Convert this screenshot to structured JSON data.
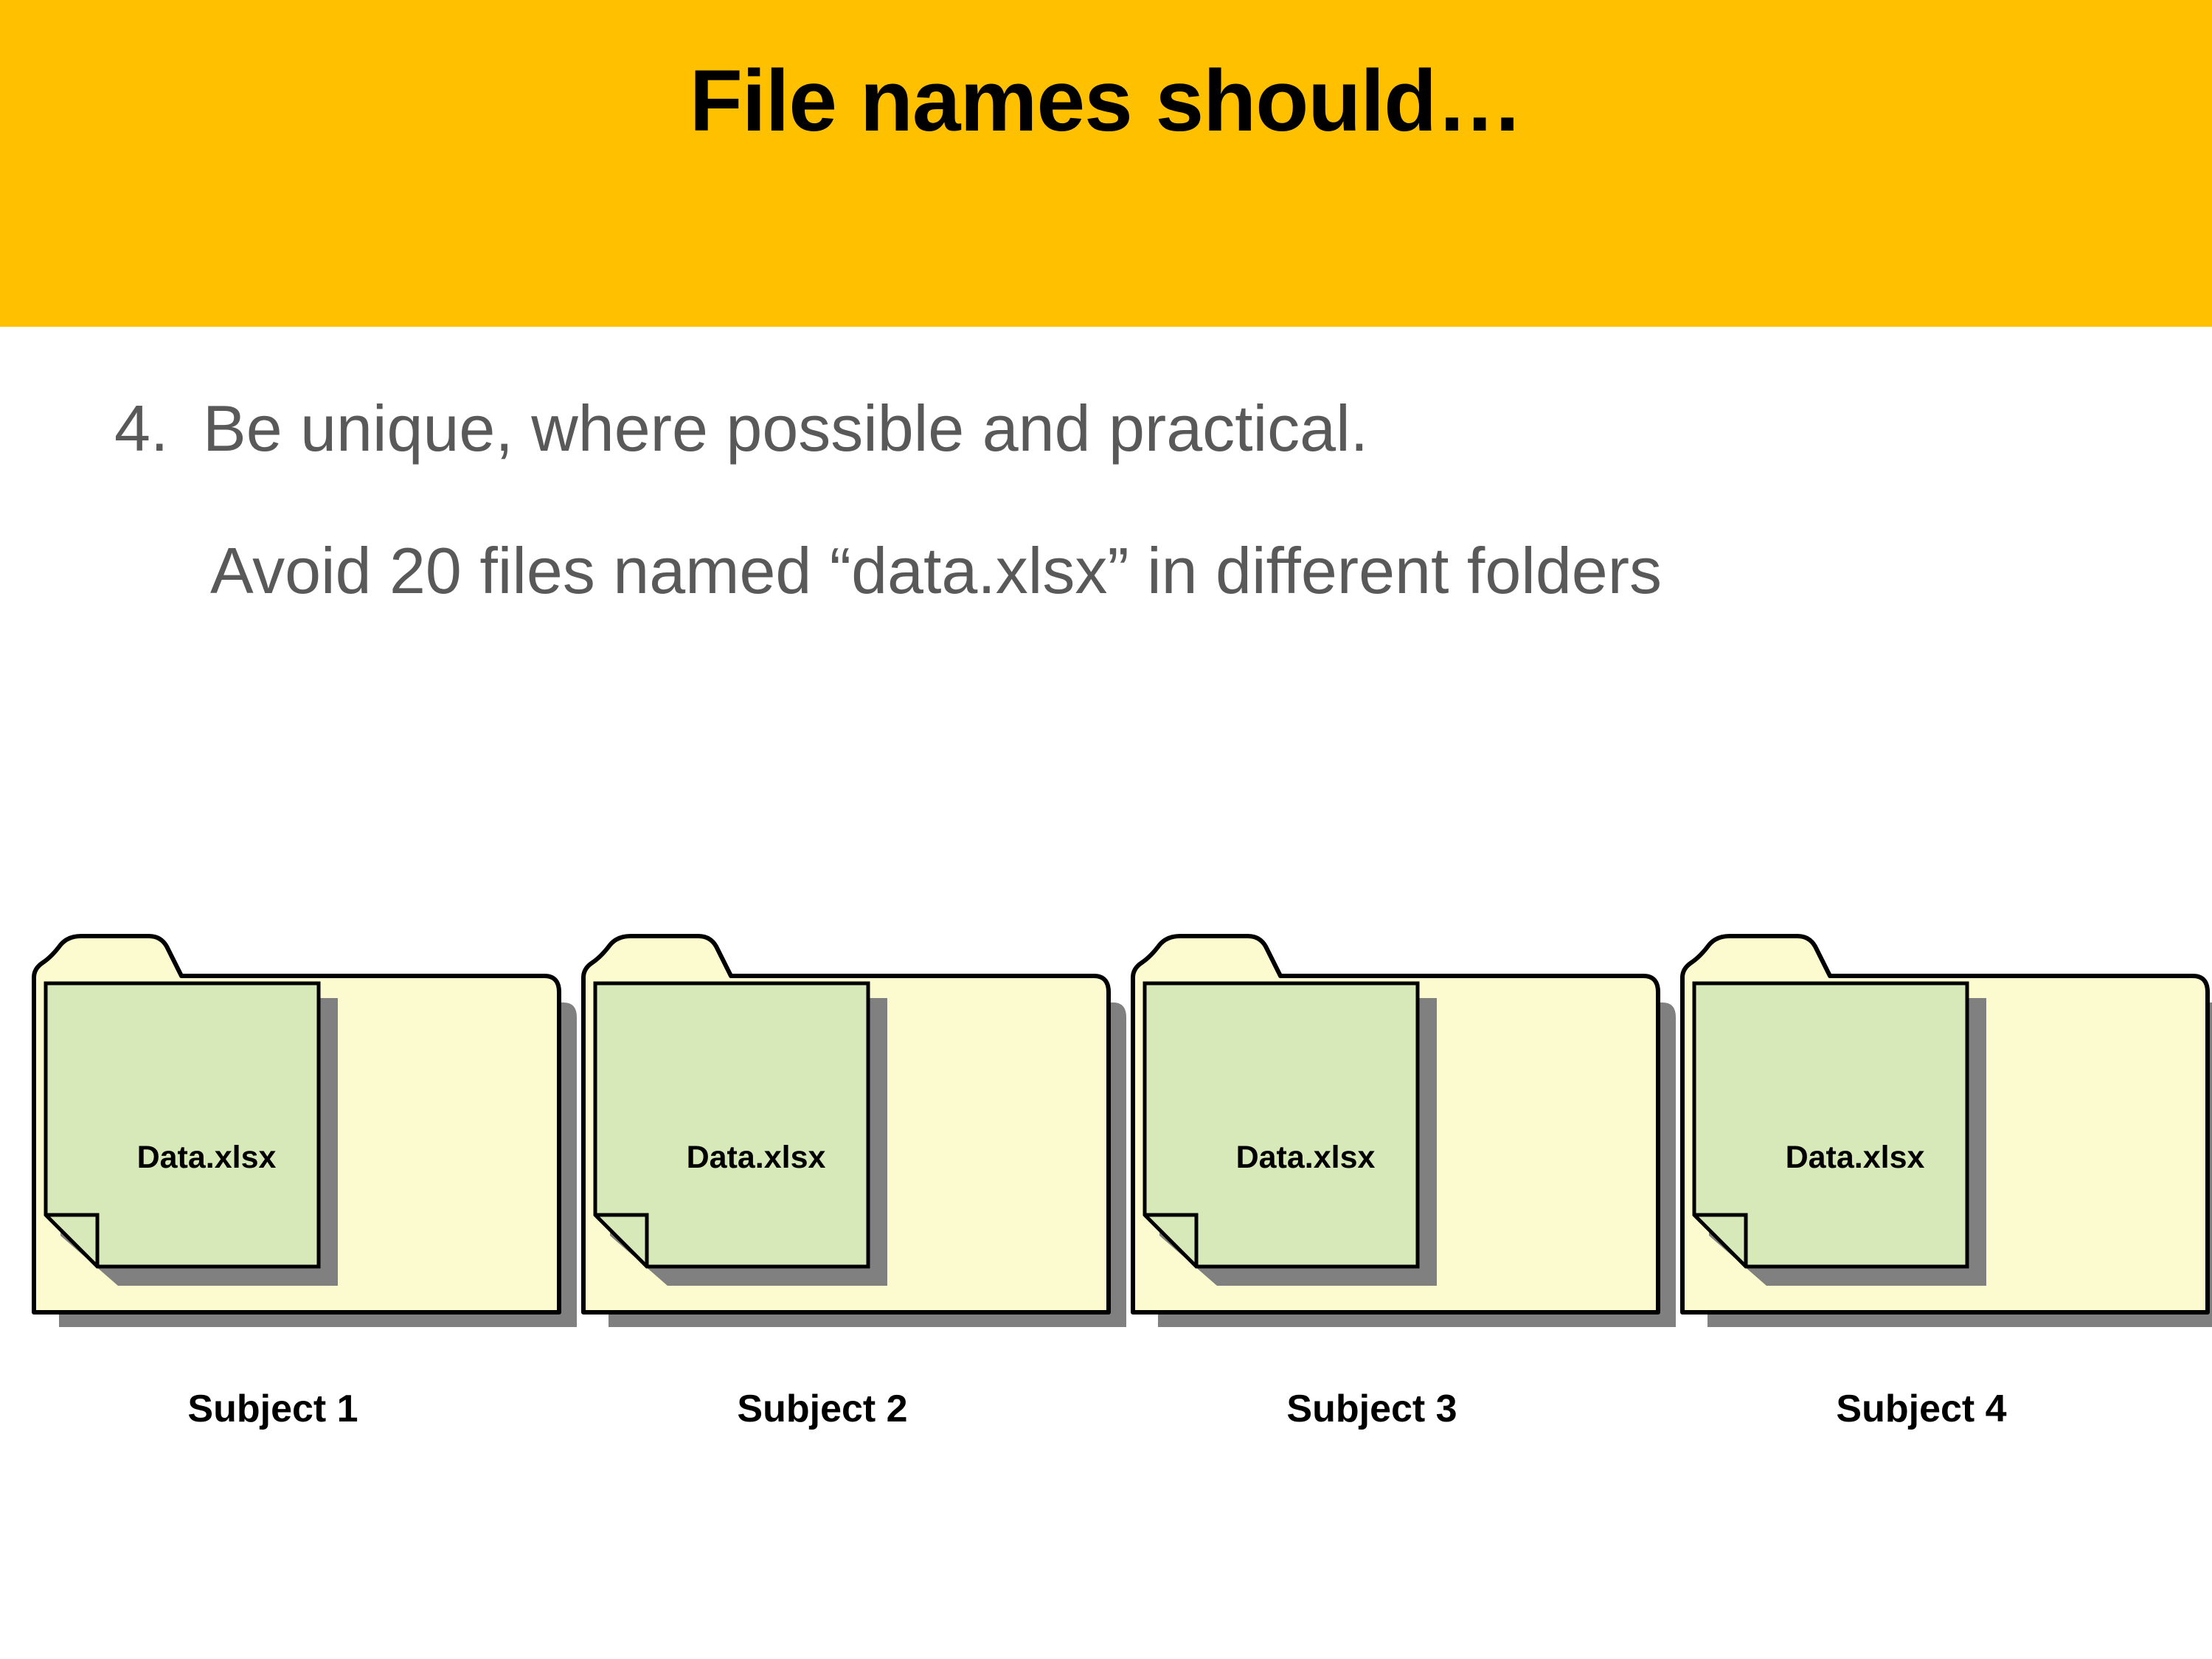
{
  "slide": {
    "title": "File names should…",
    "title_band_color": "#FFC000",
    "background_color": "#FFFFFF",
    "body_text_color": "#595959"
  },
  "body": {
    "bullet_number": "4.",
    "bullet_text": "Be unique, where possible and practical.",
    "sub_text": "Avoid 20 files named “data.xlsx” in different folders"
  },
  "folders": {
    "folder_fill": "#FBFBCF",
    "document_fill": "#D7E9B8",
    "shadow_color": "#808080",
    "outline_color": "#000000",
    "items": [
      {
        "document_label": "Data.xlsx",
        "caption": "Subject 1"
      },
      {
        "document_label": "Data.xlsx",
        "caption": "Subject 2"
      },
      {
        "document_label": "Data.xlsx",
        "caption": "Subject 3"
      },
      {
        "document_label": "Data.xlsx",
        "caption": "Subject 4"
      }
    ]
  }
}
